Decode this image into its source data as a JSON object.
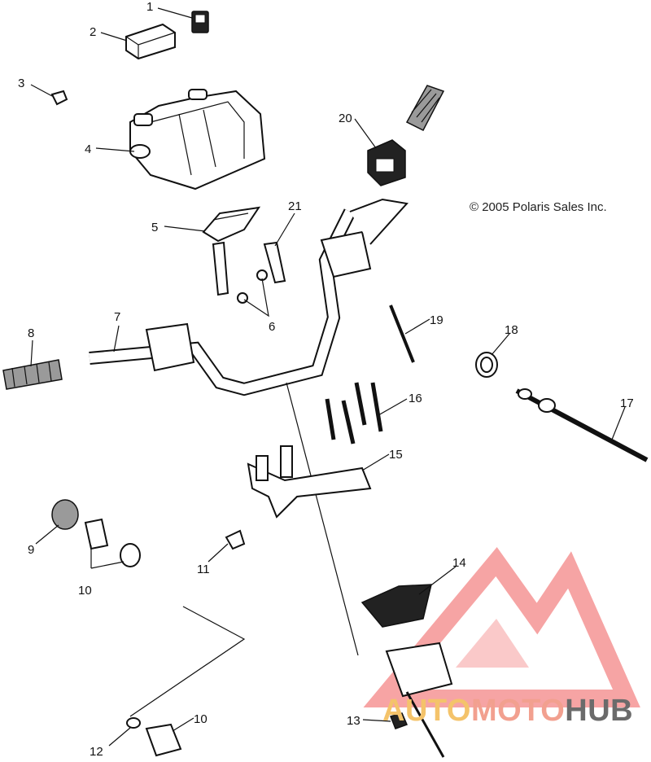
{
  "copyright": "© 2005 Polaris Sales Inc.",
  "watermark": {
    "part1": "AUTO",
    "part2": "MOTO",
    "part3": "HUB",
    "colors": {
      "auto": "#f4c36a",
      "moto": "#f2a08f",
      "hub": "#6b6b6b",
      "triangle": "#f05a5a"
    }
  },
  "callouts": [
    {
      "id": "c1",
      "text": "1"
    },
    {
      "id": "c2",
      "text": "2"
    },
    {
      "id": "c3",
      "text": "3"
    },
    {
      "id": "c4",
      "text": "4"
    },
    {
      "id": "c5",
      "text": "5"
    },
    {
      "id": "c21",
      "text": "21"
    },
    {
      "id": "c6",
      "text": "6"
    },
    {
      "id": "c20",
      "text": "20"
    },
    {
      "id": "c7",
      "text": "7"
    },
    {
      "id": "c8",
      "text": "8"
    },
    {
      "id": "c19",
      "text": "19"
    },
    {
      "id": "c18",
      "text": "18"
    },
    {
      "id": "c16",
      "text": "16"
    },
    {
      "id": "c17",
      "text": "17"
    },
    {
      "id": "c15",
      "text": "15"
    },
    {
      "id": "c9",
      "text": "9"
    },
    {
      "id": "c10a",
      "text": "10"
    },
    {
      "id": "c11",
      "text": "11"
    },
    {
      "id": "c14",
      "text": "14"
    },
    {
      "id": "c10b",
      "text": "10"
    },
    {
      "id": "c12",
      "text": "12"
    },
    {
      "id": "c13",
      "text": "13"
    }
  ]
}
